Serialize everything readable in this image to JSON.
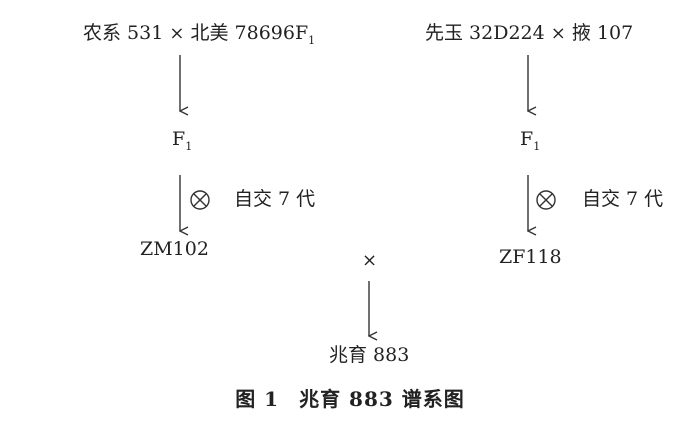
{
  "left": {
    "cross_left": "农系 531",
    "times": "×",
    "cross_right": "北美 78696F",
    "cross_right_sub": "1",
    "f1": "F",
    "f1_sub": "1",
    "selfing_label": "自交 7 代",
    "line_name": "ZM102"
  },
  "right": {
    "cross_left": "先玉 32D224",
    "times": "×",
    "cross_right": "掖 107",
    "f1": "F",
    "f1_sub": "1",
    "selfing_label": "自交 7 代",
    "line_name": "ZF118"
  },
  "center": {
    "times": "×",
    "hybrid": "兆育 883"
  },
  "caption": {
    "figure_no": "图 1",
    "title": "兆育 883 谱系图"
  },
  "colors": {
    "ink": "#222222",
    "arrow": "#333333"
  },
  "icons": {
    "selfing": "circled-times-icon",
    "arrow": "down-arrow-icon"
  }
}
